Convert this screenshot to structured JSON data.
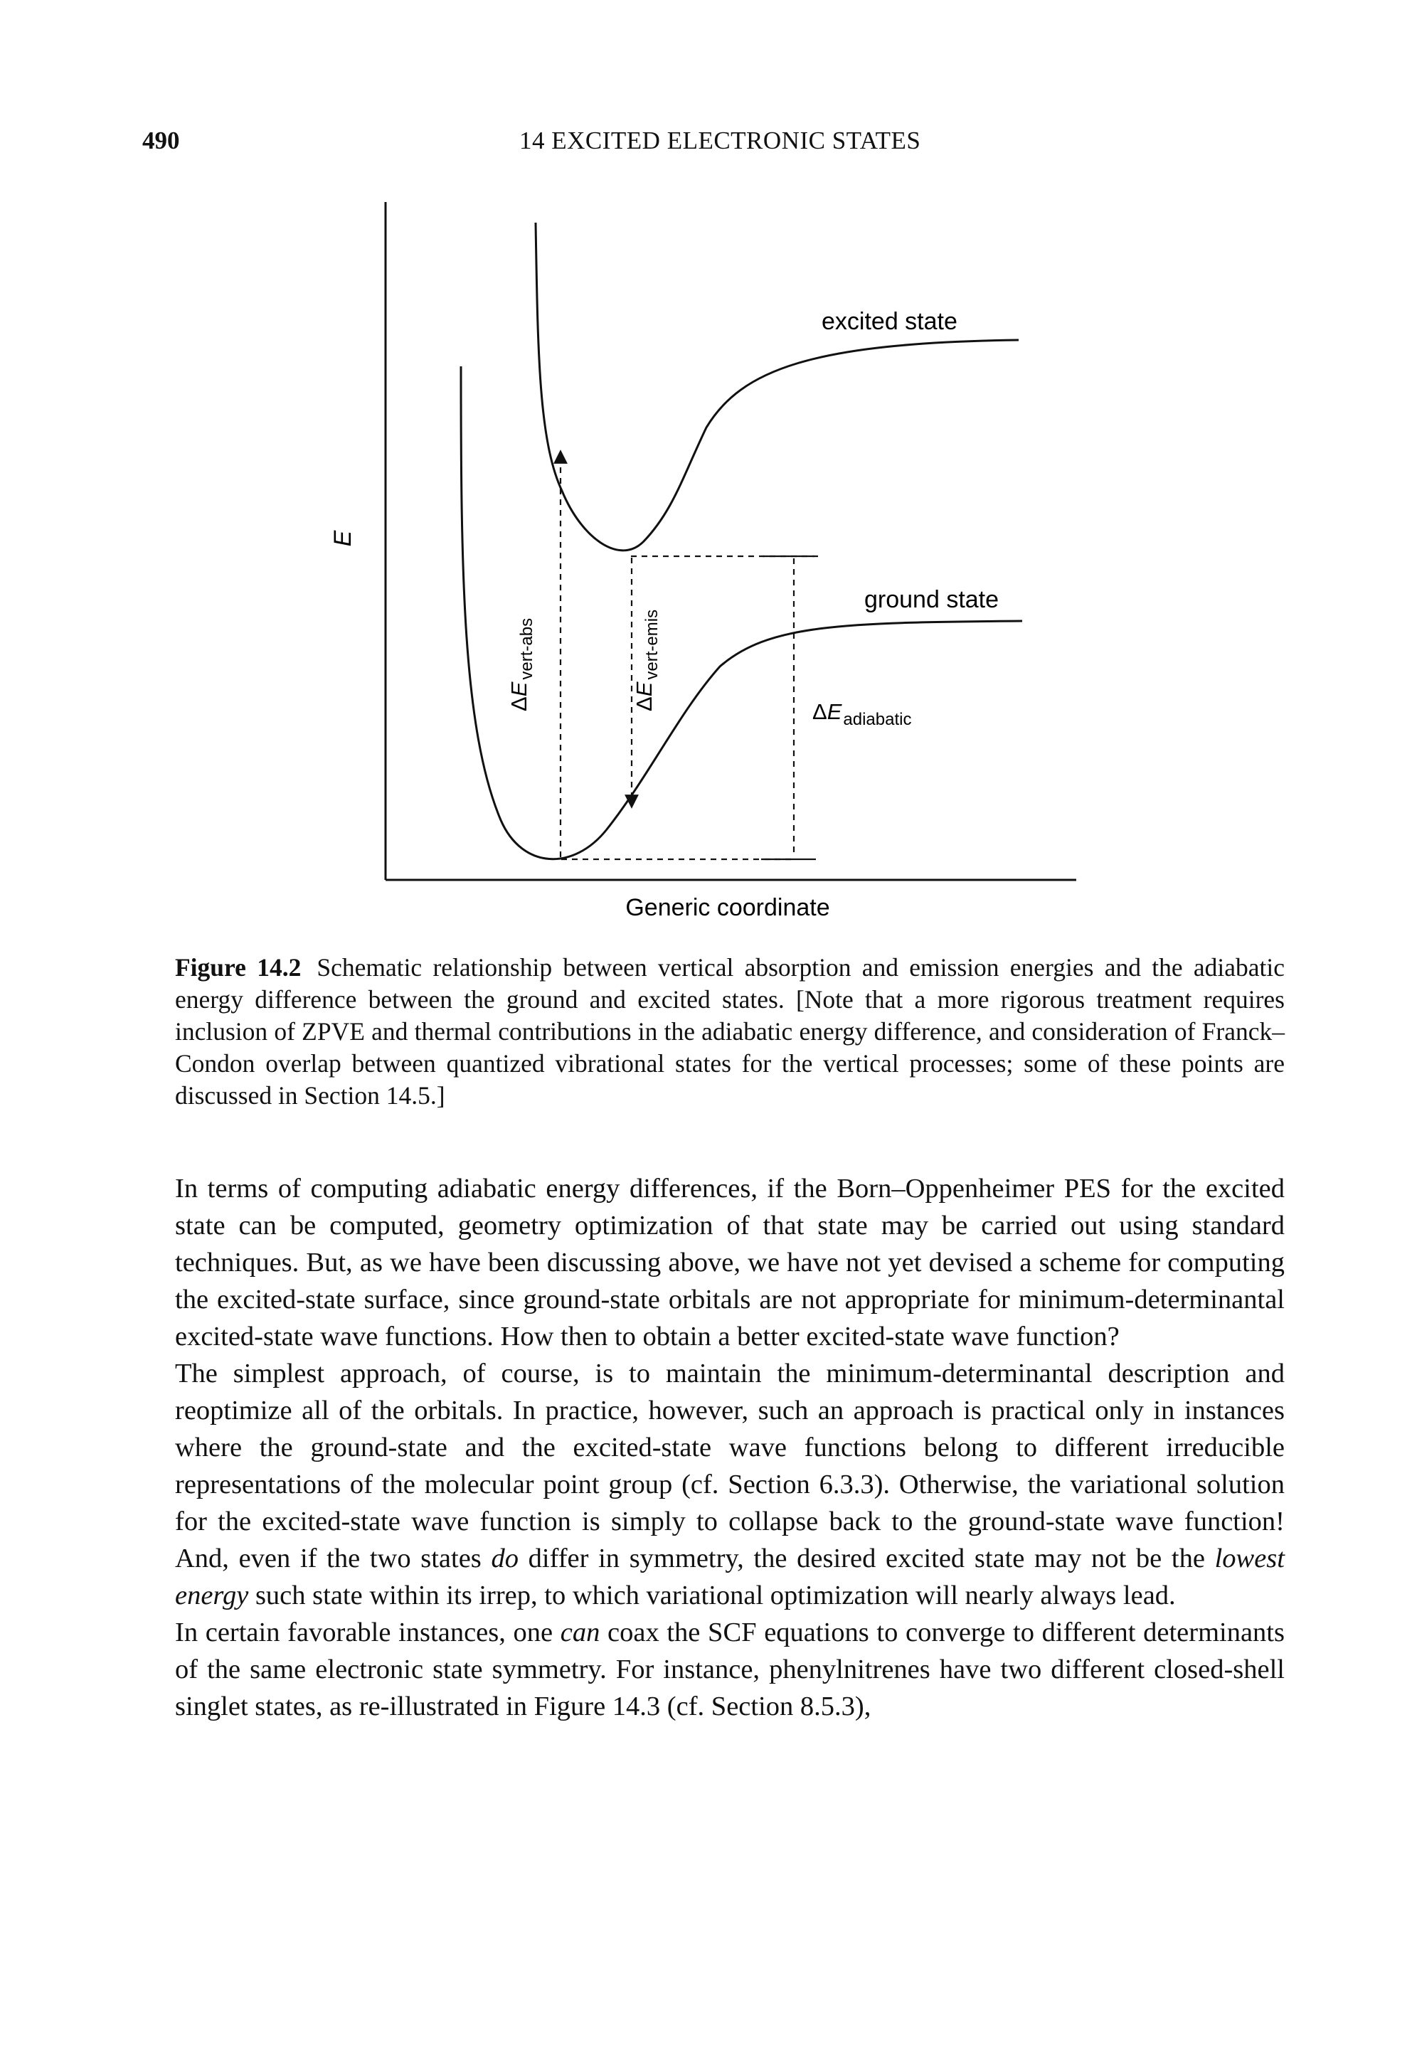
{
  "header": {
    "page_number": "490",
    "chapter_title": "14 EXCITED ELECTRONIC STATES"
  },
  "figure": {
    "y_axis_label": "E",
    "x_axis_label": "Generic coordinate",
    "excited_state_label": "excited state",
    "ground_state_label": "ground state",
    "delta_symbol": "Δ",
    "energy_symbol": "E",
    "vertical_absorption_subscript": "vert-abs",
    "vertical_emission_subscript": "vert-emis",
    "adiabatic_subscript": "adiabatic"
  },
  "caption": {
    "label": "Figure 14.2",
    "text": "Schematic relationship between vertical absorption and emission energies and the adiabatic energy difference between the ground and excited states. [Note that a more rigorous treatment requires inclusion of ZPVE and thermal contributions in the adiabatic energy difference, and consideration of Franck–Condon overlap between quantized vibrational states for the vertical processes; some of these points are discussed in Section 14.5.]"
  },
  "body": {
    "paragraph_1": "In terms of computing adiabatic energy differences, if the Born–Oppenheimer PES for the excited state can be computed, geometry optimization of that state may be carried out using standard techniques. But, as we have been discussing above, we have not yet devised a scheme for computing the excited-state surface, since ground-state orbitals are not appropriate for minimum-determinantal excited-state wave functions. How then to obtain a better excited-state wave function?",
    "paragraph_2_part_1": "The simplest approach, of course, is to maintain the minimum-determinantal description and reoptimize all of the orbitals. In practice, however, such an approach is practical only in instances where the ground-state and the excited-state wave functions belong to different irreducible representations of the molecular point group (cf. Section 6.3.3). Otherwise, the variational solution for the excited-state wave function is simply to collapse back to the ground-state wave function! And, even if the two states ",
    "paragraph_2_emphasis_1": "do",
    "paragraph_2_part_2": " differ in symmetry, the desired excited state may not be the ",
    "paragraph_2_emphasis_2": "lowest energy",
    "paragraph_2_part_3": " such state within its irrep, to which variational optimization will nearly always lead.",
    "paragraph_3_part_1": "In certain favorable instances, one ",
    "paragraph_3_emphasis": "can",
    "paragraph_3_part_2": " coax the SCF equations to converge to different determinants of the same electronic state symmetry. For instance, phenylnitrenes have two different closed-shell singlet states, as re-illustrated in Figure 14.3 (cf. Section 8.5.3),"
  }
}
